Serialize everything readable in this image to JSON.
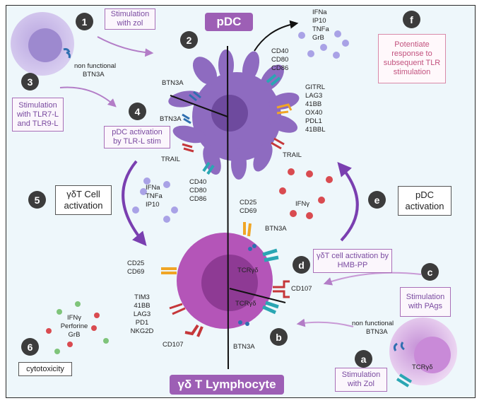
{
  "titles": {
    "pdc": "pDC",
    "lymphocyte": "γδ T Lymphocyte"
  },
  "steps": {
    "n1": "1",
    "n2": "2",
    "n3": "3",
    "n4": "4",
    "n5": "5",
    "n6": "6",
    "a": "a",
    "b": "b",
    "c": "c",
    "d": "d",
    "e": "e",
    "f": "f"
  },
  "boxes": {
    "stim_zol_top": "Stimulation with zol",
    "stim_tlr": "Stimulation with TLR7-L and TLR9-L",
    "pdc_activation_tlr": "pDC activation by TLR-L stim",
    "gdt_activation": "γδT Cell activation",
    "potentiate": "Potentiate response to subsequent TLR stimulation",
    "pdc_activation": "pDC activation",
    "gdt_hmbpp": "γδT cell activation by HMB-PP",
    "stim_pags": "Stimulation with PAgs",
    "stim_zol_bottom": "Stimulation with Zol",
    "cytotoxicity": "cytotoxicity"
  },
  "labels": {
    "nonfunc_top": [
      "non functional",
      "BTN3A"
    ],
    "btn3a_pdc_1": "BTN3A",
    "btn3a_pdc_2": "BTN3A",
    "secreted_top": [
      "IFNa",
      "IP10",
      "TNFa",
      "GrB"
    ],
    "cd_markers_top": [
      "CD40",
      "CD80",
      "CD86"
    ],
    "checkpoints": [
      "GITRL",
      "LAG3",
      "41BB",
      "OX40",
      "PDL1",
      "41BBL"
    ],
    "trail_right": "TRAIL",
    "trail_left": "TRAIL",
    "secreted_mid": [
      "IFNa",
      "TNFa",
      "IP10"
    ],
    "cd_markers_mid": [
      "CD40",
      "CD80",
      "CD86"
    ],
    "ifng_mid": "IFNγ",
    "cd25_cd69_right": [
      "CD25",
      "CD69"
    ],
    "btn3a_t_top": "BTN3A",
    "tcr_1": "TCRγδ",
    "tcr_2": "TCRγδ",
    "cd107_right": "CD107",
    "cd25_cd69_left": [
      "CD25",
      "CD69"
    ],
    "t_checkpoints": [
      "TIM3",
      "41BB",
      "LAG3",
      "PD1",
      "NKG2D"
    ],
    "cd107_left": "CD107",
    "btn3a_t_bottom": "BTN3A",
    "cyto_products": [
      "IFNγ",
      "Perforine",
      "GrB"
    ],
    "nonfunc_bottom": [
      "non functional",
      "BTN3A"
    ],
    "tcr_small": "TCRγδ"
  },
  "colors": {
    "pdc_body": "#8e6bc0",
    "pdc_nucleus": "#6e4a9e",
    "t_cell_body": "#b455b8",
    "t_cell_nucleus": "#8e3a94",
    "lavender_dot": "#a9a2e6",
    "red_dot": "#d94b50",
    "green_dot": "#7fc47a",
    "title_bg": "#9d5fb5",
    "teal": "#2aa6b3",
    "orange": "#f0a525",
    "dark_red": "#c5373a"
  }
}
